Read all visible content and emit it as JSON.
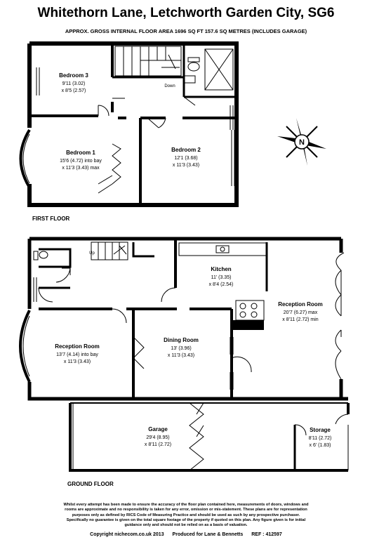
{
  "header": {
    "title": "Whitethorn Lane, Letchworth Garden City, SG6",
    "subtitle": "APPROX. GROSS INTERNAL FLOOR AREA 1696 SQ FT 157.6 SQ METRES (INCLUDES GARAGE)"
  },
  "first_floor": {
    "label": "FIRST FLOOR",
    "rooms": [
      {
        "name": "Bedroom 3",
        "line1": "9'11 (3.02)",
        "line2": "x 8'5 (2.57)"
      },
      {
        "name": "Bedroom 1",
        "line1": "15'6 (4.72) into bay",
        "line2": "x 11'3 (3.43) max"
      },
      {
        "name": "Bedroom 2",
        "line1": "12'1 (3.68)",
        "line2": "x 11'3 (3.43)"
      }
    ],
    "stair_label": "Down"
  },
  "ground_floor": {
    "label": "GROUND FLOOR",
    "stair_label": "Up",
    "rooms": [
      {
        "name": "Kitchen",
        "line1": "11' (3.35)",
        "line2": "x 8'4 (2.54)"
      },
      {
        "name": "Reception Room",
        "line1": "20'7 (6.27) max",
        "line2": "x 8'11 (2.72) min"
      },
      {
        "name": "Reception Room",
        "line1": "13'7 (4.14) into bay",
        "line2": "x 11'3 (3.43)"
      },
      {
        "name": "Dining Room",
        "line1": "13' (3.96)",
        "line2": "x 11'3 (3.43)"
      },
      {
        "name": "Garage",
        "line1": "29'4 (8.95)",
        "line2": "x 8'11 (2.72)"
      },
      {
        "name": "Storage",
        "line1": "8'11 (2.72)",
        "line2": "x 6' (1.83)"
      }
    ]
  },
  "compass": {
    "label": "N",
    "icon": "compass-icon"
  },
  "disclaimer": {
    "line1": "Whilst every attempt has been made to ensure the accuracy of the floor plan contained here, measurements of doors, windows and",
    "line2": "rooms are approximate and no responsibility is taken for any error, omission or mis-statement. These plans are for representation",
    "line3": "purposes only as defined by RICS Code of Measuring Practice and should be used as such by any prospective purchaser.",
    "line4": "Specifically no guarantee is given on the total square footage of the property if quoted on this plan. Any figure given is for initial",
    "line5": "guidance only and should not be relied on as a basis of valuation."
  },
  "footer": {
    "copyright": "Copyright nichecom.co.uk 2013",
    "produced": "Produced for Lane & Bennetts",
    "ref": "REF : 412597"
  }
}
